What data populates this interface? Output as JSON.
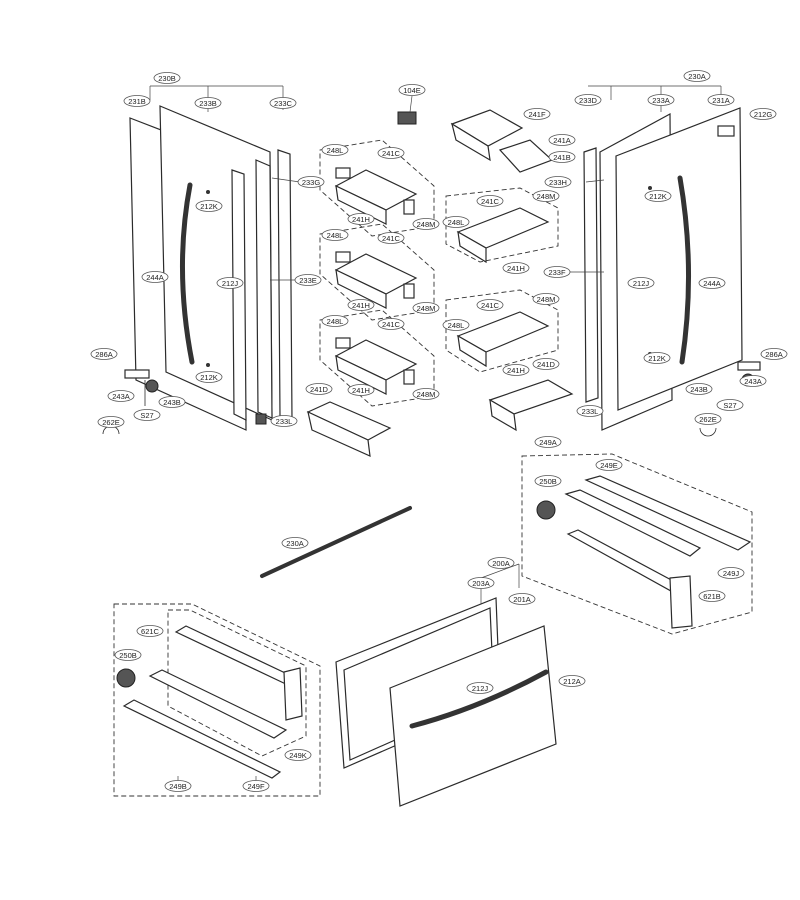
{
  "callouts": {
    "c230B": "230B",
    "c231B": "231B",
    "c233B": "233B",
    "c233C": "233C",
    "c233G": "233G",
    "c212K_l1": "212K",
    "c244A_l": "244A",
    "c212J_l": "212J",
    "c233E": "233E",
    "c212K_l2": "212K",
    "c286A_l": "286A",
    "c243A_l": "243A",
    "c243B_l": "243B",
    "cS27_l": "S27",
    "c262E_l": "262E",
    "c233L_l": "233L",
    "c104E": "104E",
    "c248L_1": "248L",
    "c241C_1": "241C",
    "c241H_1": "241H",
    "c248M_1": "248M",
    "c248L_2": "248L",
    "c241C_2": "241C",
    "c241H_2": "241H",
    "c248M_2": "248M",
    "c248L_3": "248L",
    "c241C_3": "241C",
    "c241H_3": "241H",
    "c248M_3": "248M",
    "c241D_l": "241D",
    "c241F": "241F",
    "c241A": "241A",
    "c241B": "241B",
    "c233H": "233H",
    "c241C_4": "241C",
    "c248M_4": "248M",
    "c248L_4": "248L",
    "c241H_4": "241H",
    "c233F": "233F",
    "c241C_5": "241C",
    "c248M_5": "248M",
    "c248L_5": "248L",
    "c241H_5": "241H",
    "c241D_r": "241D",
    "c233L_r": "233L",
    "c230A_top": "230A",
    "c233D": "233D",
    "c233A": "233A",
    "c231A": "231A",
    "c212G": "212G",
    "c212K_r1": "212K",
    "c212J_r": "212J",
    "c244A_r": "244A",
    "c212K_r2": "212K",
    "c286A_r": "286A",
    "c243B_r": "243B",
    "c243A_r": "243A",
    "cS27_r": "S27",
    "c262E_r": "262E",
    "c249A": "249A",
    "c250B_r": "250B",
    "c249E": "249E",
    "c249J": "249J",
    "c621B": "621B",
    "c230A_mid": "230A",
    "c200A": "200A",
    "c203A": "203A",
    "c201A": "201A",
    "c212J_d": "212J",
    "c212A": "212A",
    "c621C": "621C",
    "c250B_l": "250B",
    "c249K": "249K",
    "c249B": "249B",
    "c249F": "249F"
  }
}
